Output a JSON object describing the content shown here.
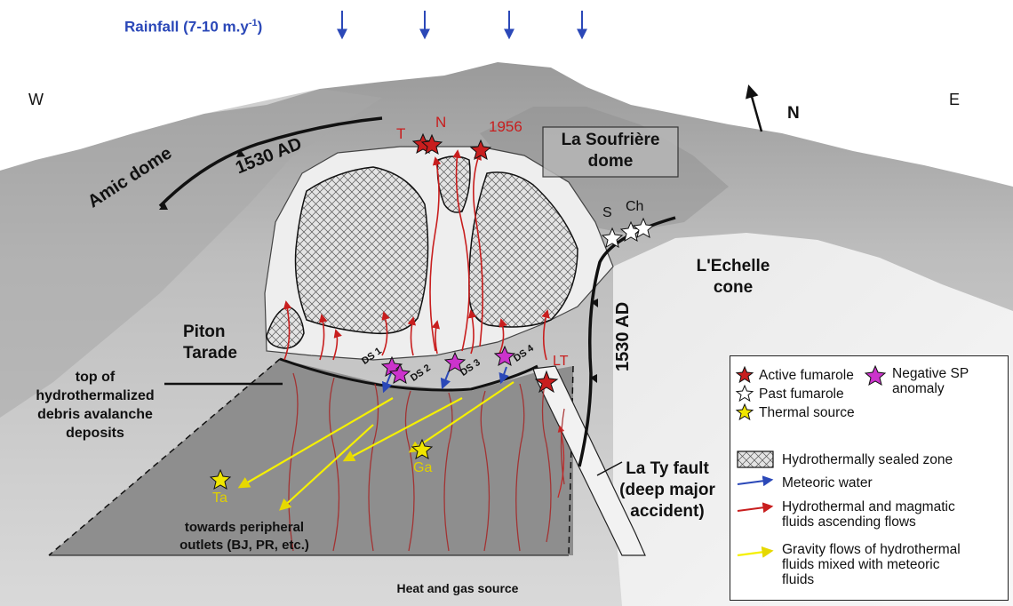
{
  "header": {
    "rainfall": "Rainfall (7-10 m.y",
    "rainfall_sup": "-1",
    "rainfall_end": ")"
  },
  "orientation": {
    "west": "W",
    "east": "E",
    "north": "N"
  },
  "labels": {
    "amic_dome": "Amic dome",
    "ad_1530_west": "1530 AD",
    "ad_1530_east": "1530 AD",
    "soufriere_dome_1": "La Soufrière",
    "soufriere_dome_2": "dome",
    "echelle_1": "L'Echelle",
    "echelle_2": "cone",
    "piton_1": "Piton",
    "piton_2": "Tarade",
    "top_1": "top of",
    "top_2": "hydrothermalized",
    "top_3": "debris avalanche",
    "top_4": "deposits",
    "towards_1": "towards peripheral",
    "towards_2": "outlets (BJ, PR, etc.)",
    "laty_1": "La Ty fault",
    "laty_2": "(deep major",
    "laty_3": "accident)",
    "heat": "Heat and gas source"
  },
  "sites": {
    "t": "T",
    "n": "N",
    "y1956": "1956",
    "s": "S",
    "ch": "Ch",
    "lt": "LT",
    "ta": "Ta",
    "ga": "Ga",
    "ds1": "DS 1",
    "ds2": "DS 2",
    "ds3": "DS 3",
    "ds4": "DS 4"
  },
  "legend": {
    "active": "Active fumarole",
    "past": "Past fumarole",
    "thermal": "Thermal source",
    "sp_1": "Negative SP",
    "sp_2": "anomaly",
    "sealed": "Hydrothermally sealed zone",
    "meteoric": "Meteoric water",
    "hydro_1": "Hydrothermal and magmatic",
    "hydro_2": "fluids ascending flows",
    "gravity_1": "Gravity flows of hydrothermal",
    "gravity_2": "fluids mixed with meteoric",
    "gravity_3": "fluids"
  },
  "colors": {
    "meteoric": "#2b48b8",
    "hydrothermal": "#c81e1e",
    "gravity": "#f5f000",
    "active_fumarole": "#c81e1e",
    "past_fumarole": "#ffffff",
    "thermal_source": "#f0e600",
    "sp_anomaly": "#cc33cc",
    "section": "#8e8e8e"
  }
}
